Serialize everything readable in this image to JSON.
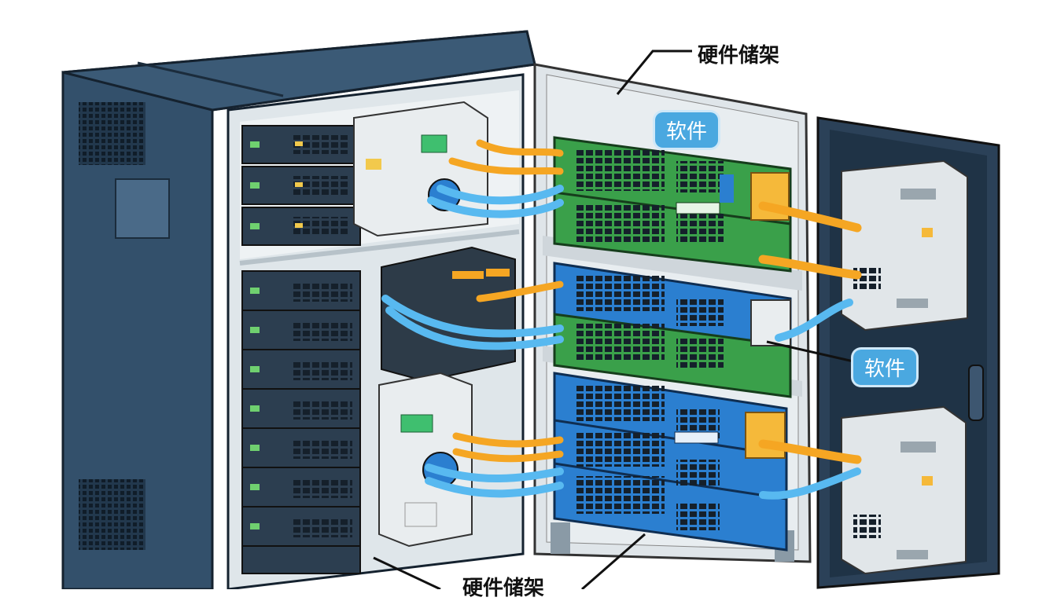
{
  "labels": {
    "top": "硬件储架",
    "software_1": "软件",
    "software_2": "软件",
    "bottom": "硬件储架"
  },
  "colors": {
    "cabinet": "#2f4a63",
    "cabinet_dark": "#1f3346",
    "shelf": "#e7ecef",
    "green_unit": "#3aa04a",
    "blue_unit": "#2b7fd0",
    "cable_orange": "#f5a623",
    "cable_blue": "#58b9f0",
    "pill": "#4aa8e0"
  },
  "icons": [
    "server-rack-icon",
    "power-supply-icon",
    "switch-icon",
    "cable-icon"
  ]
}
